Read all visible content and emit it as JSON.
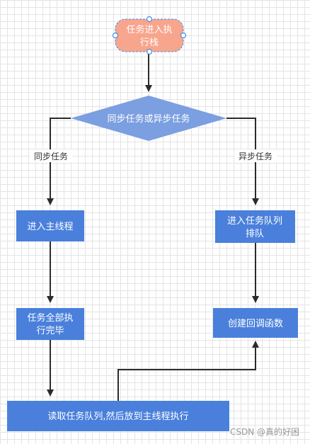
{
  "canvas": {
    "grid": true,
    "background": "#ffffff"
  },
  "colors": {
    "start_fill": "#f8a58d",
    "decision_fill": "#7b9fe0",
    "process_fill": "#4a80dc",
    "connector": "#2b2b2b",
    "handle": "#3f8ee8"
  },
  "nodes": {
    "start": {
      "line1": "任务进入执",
      "line2": "行栈"
    },
    "decision": {
      "text": "同步任务或异步任务"
    },
    "main_thread": {
      "text": "进入主线程"
    },
    "task_queue": {
      "line1": "进入任务队列",
      "line2": "排队"
    },
    "sync_done": {
      "line1": "任务全部执",
      "line2": "行完毕"
    },
    "callback": {
      "text": "创建回调函数"
    },
    "read_queue": {
      "text": "读取任务队列,然后放到主线程执行"
    }
  },
  "edges": {
    "sync_label": "同步任务",
    "async_label": "异步任务"
  },
  "watermark": "CSDN @真的好困"
}
